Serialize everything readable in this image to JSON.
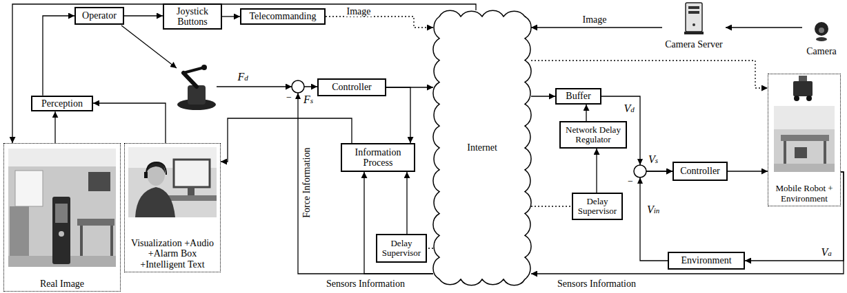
{
  "diagram": {
    "nodes": [
      {
        "text": [
          "Operator"
        ]
      },
      {
        "text": [
          "Joystick Buttons"
        ]
      },
      {
        "text": [
          "Telecommanding"
        ]
      },
      {
        "text": [
          "Perception"
        ]
      },
      {
        "text": [
          "Controller"
        ]
      },
      {
        "text": [
          "Information Process"
        ]
      },
      {
        "text": [
          "Delay Supervisor"
        ]
      },
      {
        "text": [
          "Internet"
        ]
      },
      {
        "text": [
          "Buffer"
        ]
      },
      {
        "text": [
          "Network Delay Regulator"
        ]
      },
      {
        "text": [
          "Delay Supervisor"
        ]
      },
      {
        "text": [
          "Controller"
        ]
      },
      {
        "text": [
          "Environment"
        ]
      },
      {
        "text": [
          "Camera Server"
        ]
      },
      {
        "text": [
          "Camera"
        ]
      },
      {
        "text": [
          "Real Image"
        ]
      },
      {
        "text": [
          "Visualization +Audio +Alarm Box +Intelligent Text"
        ]
      },
      {
        "text": [
          "Mobile Robot + Environment"
        ]
      }
    ],
    "edges": [
      {
        "from": 0,
        "to": 1,
        "arrow": "to"
      },
      {
        "from": 1,
        "to": 2,
        "arrow": "to"
      },
      {
        "from": 2,
        "to": 7,
        "arrow": "to"
      },
      {
        "from": 3,
        "to": 0,
        "arrow": "to"
      },
      {
        "from": 15,
        "to": 3,
        "arrow": "to"
      },
      {
        "from": 16,
        "to": 3,
        "arrow": "to"
      },
      {
        "from": 14,
        "to": 13,
        "arrow": "to"
      },
      {
        "from": 13,
        "to": 7,
        "label": "Image",
        "arrow": "to"
      },
      {
        "from": 7,
        "to": 15,
        "label": "Image",
        "arrow": "to"
      },
      {
        "from": 4,
        "to": 7,
        "arrow": "to"
      },
      {
        "from": 4,
        "to": 5,
        "arrow": "to"
      },
      {
        "from": 7,
        "to": 8,
        "arrow": "to"
      },
      {
        "from": 9,
        "to": 8,
        "arrow": "to"
      },
      {
        "from": 10,
        "to": 9,
        "arrow": "to"
      },
      {
        "from": 7,
        "to": 10,
        "arrow": "none"
      },
      {
        "from": 7,
        "to": 6,
        "arrow": "none"
      },
      {
        "from": 6,
        "to": 5,
        "arrow": "to"
      },
      {
        "from": 5,
        "to": 16,
        "arrow": "to"
      },
      {
        "from": 8,
        "to": 11,
        "label": "Vd",
        "arrow": "to"
      },
      {
        "from": 12,
        "to": 11,
        "label": "Vin",
        "arrow": "to"
      },
      {
        "from": 11,
        "to": 17,
        "arrow": "to"
      },
      {
        "from": 17,
        "to": 12,
        "label": "Va",
        "arrow": "to"
      },
      {
        "from": 7,
        "to": 17,
        "arrow": "to"
      },
      {
        "from": 17,
        "to": 7,
        "label": "Sensors Information",
        "arrow": "to"
      },
      {
        "from": 7,
        "to": 5,
        "label": "Sensors Information",
        "arrow": "to"
      },
      {
        "from": 7,
        "to": 4,
        "label": "Force Information",
        "arrow": "to"
      }
    ],
    "labels": [
      "Fd",
      "−",
      "Fs",
      "Vs",
      "−"
    ]
  }
}
